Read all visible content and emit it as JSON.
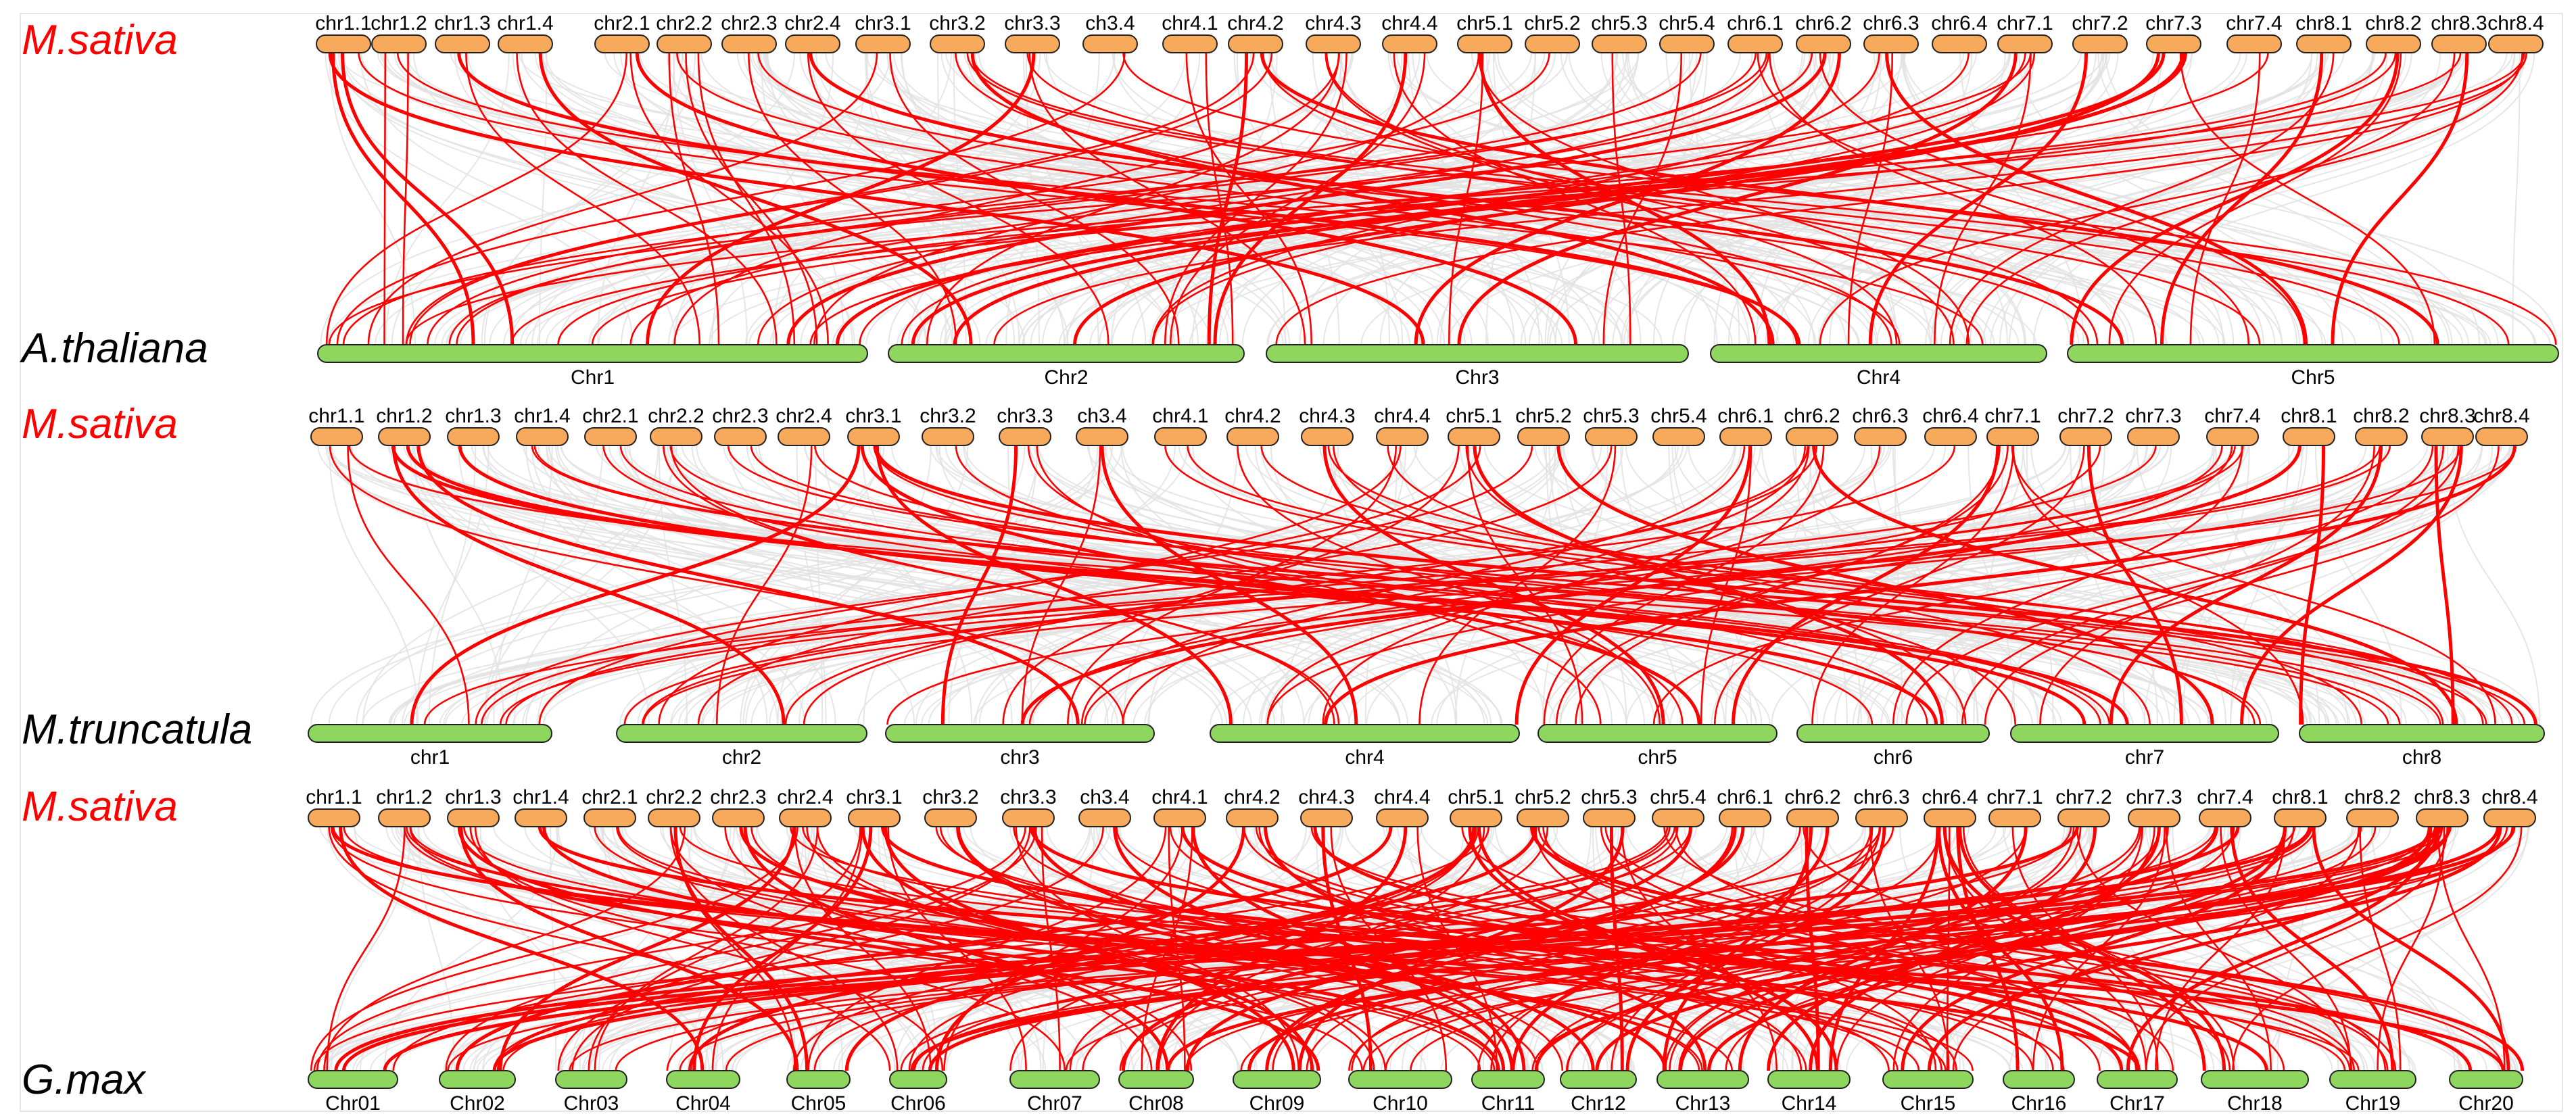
{
  "colors": {
    "query_chr": "#f7a95c",
    "target_chr": "#8ed65e",
    "highlight": "#ff0000",
    "background": "#e2e2e2",
    "query_species_label": "#ff0000",
    "target_species_label": "#000000"
  },
  "panels": [
    {
      "query_species": "M.sativa",
      "target_species": "A.thaliana",
      "query_chrs": [
        "chr1.1",
        "chr1.2",
        "chr1.3",
        "chr1.4",
        "chr2.1",
        "chr2.2",
        "chr2.3",
        "chr2.4",
        "chr3.1",
        "chr3.2",
        "chr3.3",
        "ch3.4",
        "chr4.1",
        "chr4.2",
        "chr4.3",
        "chr4.4",
        "chr5.1",
        "chr5.2",
        "chr5.3",
        "chr5.4",
        "chr6.1",
        "chr6.2",
        "chr6.3",
        "chr6.4",
        "chr7.1",
        "chr7.2",
        "chr7.3",
        "chr7.4",
        "chr8.1",
        "chr8.2",
        "chr8.3",
        "chr8.4"
      ],
      "target_chrs": [
        "Chr1",
        "Chr2",
        "Chr3",
        "Chr4",
        "Chr5"
      ]
    },
    {
      "query_species": "M.sativa",
      "target_species": "M.truncatula",
      "query_chrs": [
        "chr1.1",
        "chr1.2",
        "chr1.3",
        "chr1.4",
        "chr2.1",
        "chr2.2",
        "chr2.3",
        "chr2.4",
        "chr3.1",
        "chr3.2",
        "chr3.3",
        "ch3.4",
        "chr4.1",
        "chr4.2",
        "chr4.3",
        "chr4.4",
        "chr5.1",
        "chr5.2",
        "chr5.3",
        "chr5.4",
        "chr6.1",
        "chr6.2",
        "chr6.3",
        "chr6.4",
        "chr7.1",
        "chr7.2",
        "chr7.3",
        "chr7.4",
        "chr8.1",
        "chr8.2",
        "chr8.3",
        "chr8.4"
      ],
      "target_chrs": [
        "chr1",
        "chr2",
        "chr3",
        "chr4",
        "chr5",
        "chr6",
        "chr7",
        "chr8"
      ]
    },
    {
      "query_species": "M.sativa",
      "target_species": "G.max",
      "query_chrs": [
        "chr1.1",
        "chr1.2",
        "chr1.3",
        "chr1.4",
        "chr2.1",
        "chr2.2",
        "chr2.3",
        "chr2.4",
        "chr3.1",
        "chr3.2",
        "chr3.3",
        "ch3.4",
        "chr4.1",
        "chr4.2",
        "chr4.3",
        "chr4.4",
        "chr5.1",
        "chr5.2",
        "chr5.3",
        "chr5.4",
        "chr6.1",
        "chr6.2",
        "chr6.3",
        "chr6.4",
        "chr7.1",
        "chr7.2",
        "chr7.3",
        "chr7.4",
        "chr8.1",
        "chr8.2",
        "chr8.3",
        "chr8.4"
      ],
      "target_chrs": [
        "Chr01",
        "Chr02",
        "Chr03",
        "Chr04",
        "Chr05",
        "Chr06",
        "Chr07",
        "Chr08",
        "Chr09",
        "Chr10",
        "Chr11",
        "Chr12",
        "Chr13",
        "Chr14",
        "Chr15",
        "Chr16",
        "Chr17",
        "Chr18",
        "Chr19",
        "Chr20"
      ]
    }
  ]
}
